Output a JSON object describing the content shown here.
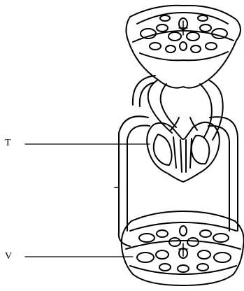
{
  "diagram": {
    "labels": [
      {
        "id": "T",
        "text": "T"
      },
      {
        "id": "V",
        "text": "V"
      }
    ],
    "colors": {
      "stroke": "#000000",
      "background": "#ffffff"
    }
  }
}
